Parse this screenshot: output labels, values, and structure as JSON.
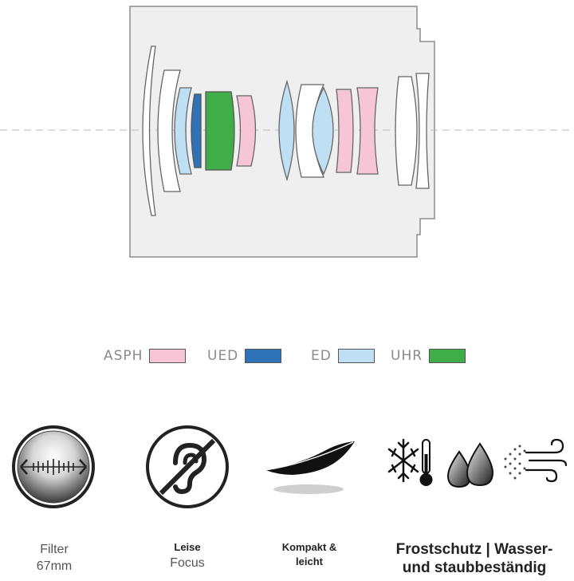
{
  "legend": [
    {
      "label": "ASPH",
      "color": "#f6c6d6"
    },
    {
      "label": "UED",
      "color": "#2f72b8"
    },
    {
      "label": "ED",
      "color": "#bfe0f4"
    },
    {
      "label": "UHR",
      "color": "#3fae49"
    }
  ],
  "features": {
    "filter": {
      "line1": "Filter",
      "line2": "67mm"
    },
    "silent": {
      "line1": "Leise",
      "line2": "Focus"
    },
    "compact": {
      "line1": "Kompakt &",
      "line2": "leicht"
    },
    "weather": {
      "line1": "Frostschutz | Wasser-",
      "line2": "und staubbeständig"
    }
  },
  "icons": {
    "filter": "filter-disc-icon",
    "silent": "ear-crossed-icon",
    "compact": "feather-icon",
    "frost": "snowflake-thermometer-icon",
    "water": "water-drops-icon",
    "dust": "dust-wind-icon"
  }
}
